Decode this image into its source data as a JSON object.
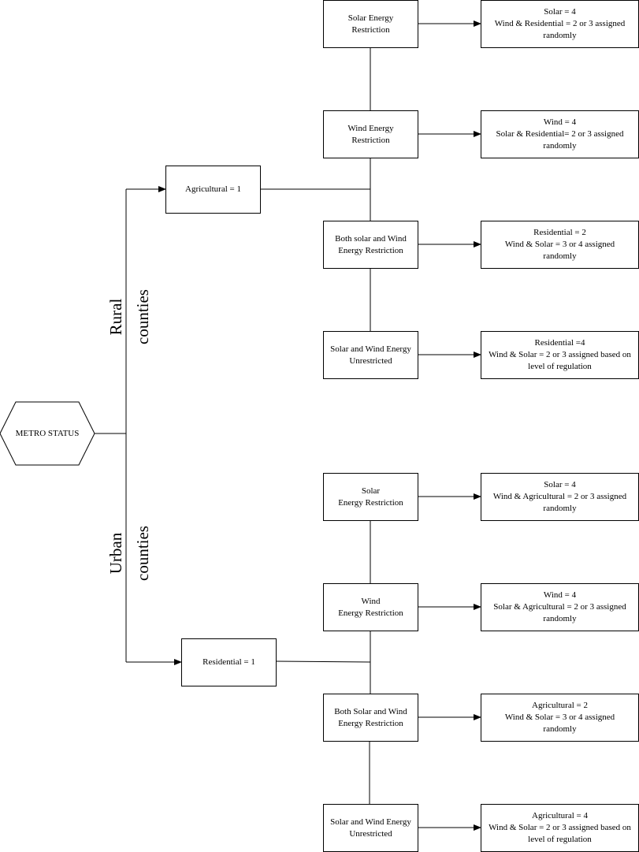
{
  "root": {
    "label": "METRO STATUS"
  },
  "groups": [
    {
      "label": "Rural\ncounties",
      "base": "Agricultural = 1",
      "branches": [
        {
          "condition": "Solar Energy\nRestriction",
          "result": "Solar = 4\nWind & Residential = 2 or 3 assigned\nrandomly"
        },
        {
          "condition": "Wind Energy\nRestriction",
          "result": "Wind = 4\nSolar & Residential= 2 or 3 assigned\nrandomly"
        },
        {
          "condition": "Both solar and Wind\nEnergy Restriction",
          "result": "Residential = 2\nWind & Solar = 3 or 4 assigned\nrandomly"
        },
        {
          "condition": "Solar and Wind Energy\nUnrestricted",
          "result": "Residential =4\nWind & Solar = 2 or 3 assigned based on\nlevel of regulation"
        }
      ]
    },
    {
      "label": "Urban\ncounties",
      "base": "Residential = 1",
      "branches": [
        {
          "condition": "Solar\nEnergy Restriction",
          "result": "Solar = 4\nWind & Agricultural = 2 or 3 assigned\nrandomly"
        },
        {
          "condition": "Wind\nEnergy Restriction",
          "result": "Wind = 4\nSolar & Agricultural = 2 or 3 assigned\nrandomly"
        },
        {
          "condition": "Both Solar and Wind\nEnergy Restriction",
          "result": "Agricultural = 2\nWind & Solar = 3 or 4 assigned\nrandomly"
        },
        {
          "condition": "Solar and Wind Energy\nUnrestricted",
          "result": "Agricultural = 4\nWind & Solar = 2 or 3 assigned based on\nlevel of regulation"
        }
      ]
    }
  ]
}
